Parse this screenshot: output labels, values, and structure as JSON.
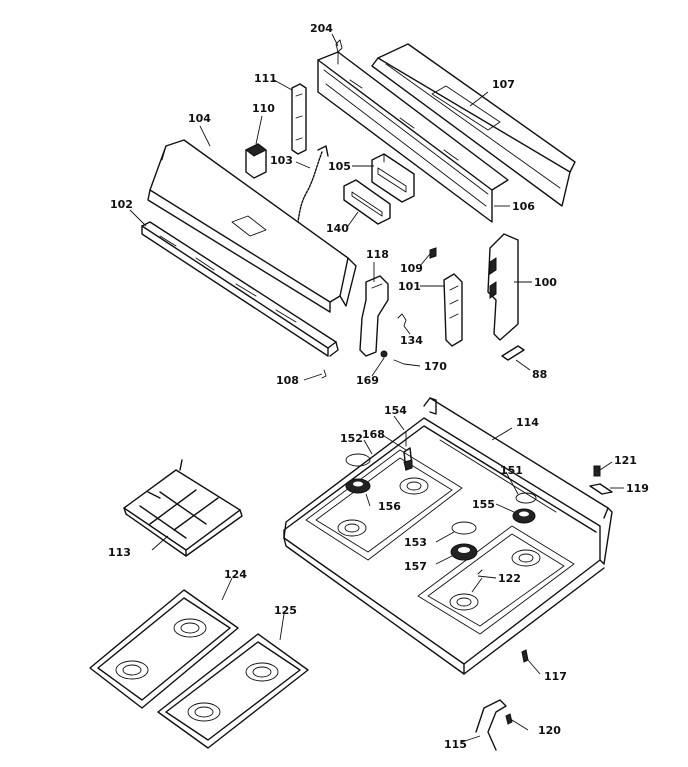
{
  "labels": {
    "p204": "204",
    "p111": "111",
    "p107": "107",
    "p110": "110",
    "p104": "104",
    "p103": "103",
    "p105": "105",
    "p106": "106",
    "p102": "102",
    "p140": "140",
    "p118": "118",
    "p109": "109",
    "p101": "101",
    "p100": "100",
    "p134": "134",
    "p108": "108",
    "p169": "169",
    "p170": "170",
    "p88": "88",
    "p154": "154",
    "p114": "114",
    "p152": "152",
    "p168": "168",
    "p121": "121",
    "p151": "151",
    "p119": "119",
    "p156": "156",
    "p155": "155",
    "p113": "113",
    "p153": "153",
    "p157": "157",
    "p122": "122",
    "p124": "124",
    "p125": "125",
    "p117": "117",
    "p120": "120",
    "p115": "115"
  }
}
